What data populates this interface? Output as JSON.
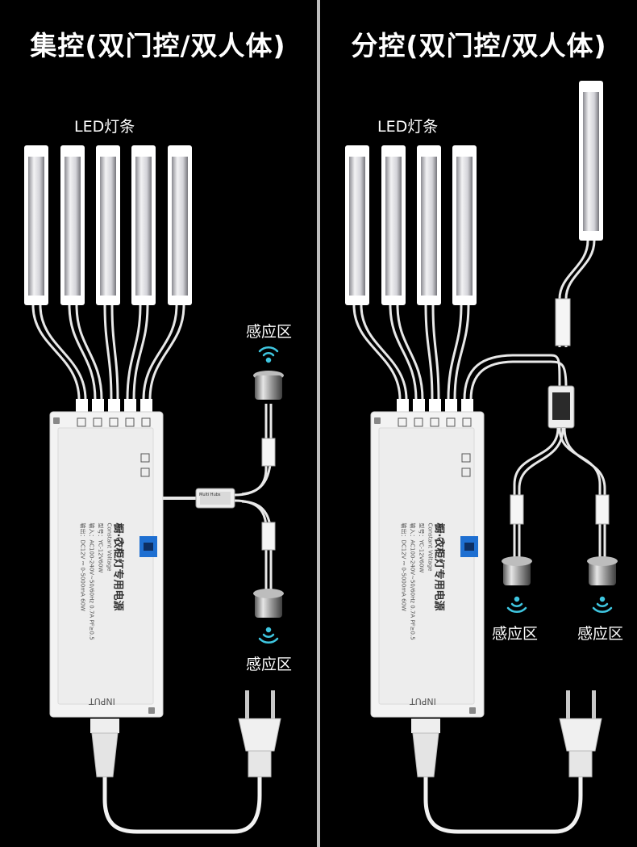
{
  "left": {
    "title": "集控(双门控/双人体)",
    "led_label": "LED灯条",
    "sensor_top_label": "感应区",
    "sensor_bottom_label": "感应区",
    "psu_text": "橱·衣柜灯专用电源",
    "psu_model_line": "型号：YC-12V60W",
    "psu_input_line": "输入：AC100-240V~50/60Hz 0.7A PF≥0.5",
    "psu_output_line": "输出：DC12V ⎓ 0-5000mA 60W",
    "psu_cv": "Constant Voltage",
    "psu_input_port": "INPUT",
    "hub_text": "Multi Hubs"
  },
  "right": {
    "title": "分控(双门控/双人体)",
    "led_label": "LED灯条",
    "sensor_left_label": "感应区",
    "sensor_right_label": "感应区",
    "psu_text": "橱·衣柜灯专用电源",
    "psu_model_line": "型号：YC-12V60W",
    "psu_input_line": "输入：AC100-240V~50/60Hz 0.7A PF≥0.5",
    "psu_output_line": "输出：DC12V ⎓ 0-5000mA 60W",
    "psu_cv": "Constant Voltage",
    "psu_input_port": "INPUT"
  },
  "colors": {
    "background": "#000000",
    "divider": "#bdbdbd",
    "wave": "#3fc6e0",
    "terminal": "#1e6fd1"
  }
}
